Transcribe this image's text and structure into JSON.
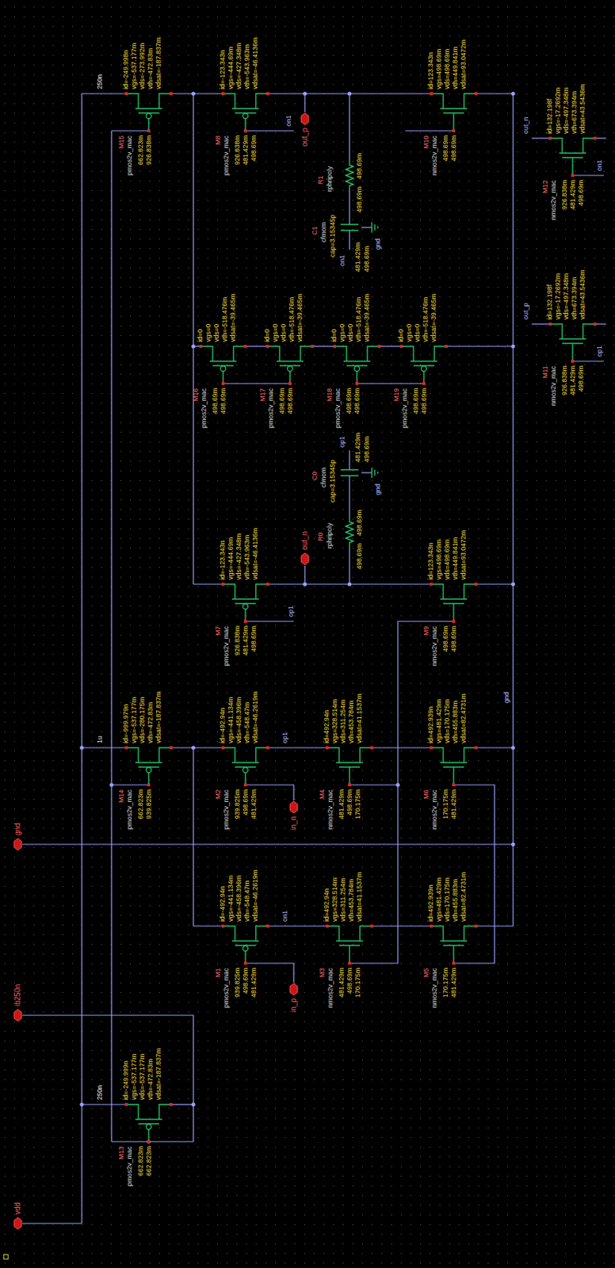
{
  "diagram": {
    "nodes": [
      {
        "text": [
          "vdd"
        ]
      },
      {
        "text": [
          "ib250n"
        ]
      },
      {
        "text": [
          "gnd"
        ]
      },
      {
        "text": [
          "in_p"
        ]
      },
      {
        "text": [
          "in_n"
        ]
      },
      {
        "text": [
          "out_n"
        ]
      },
      {
        "text": [
          "out_p"
        ]
      }
    ],
    "labels": [
      "M13",
      "pmos2v_mac",
      "id=-249.999n",
      "vgs=-537.177m",
      "vds=-537.177m",
      "vth=-472.83m",
      "vdsat=-187.837m",
      "662.823m",
      "662.823m",
      "M14",
      "pmos2v_mac",
      "id=-999.979n",
      "vgs=-537.177m",
      "vds=-280.175m",
      "vth=-472.83m",
      "vdsat=-187.837m",
      "662.823m",
      "939.825m",
      "M15",
      "pmos2v_mac",
      "id=-249.998n",
      "vgs=-537.177m",
      "vds=-273.992m",
      "vth=-472.83m",
      "vdsat=-187.837m",
      "662.823m",
      "926.838m",
      "M1",
      "pmos2v_mac",
      "id=-492.94n",
      "vgs=-441.134m",
      "vds=-458.396m",
      "vth=-548.47m",
      "vdsat=-46.2619m",
      "939.825m",
      "498.69m",
      "481.429m",
      "M2",
      "pmos2v_mac",
      "id=-492.94n",
      "vgs=-441.134m",
      "vds=-458.396m",
      "vth=-548.47m",
      "vdsat=-46.2619m",
      "939.825m",
      "498.69m",
      "481.429m",
      "M3",
      "nmos2v_mac",
      "id=492.94n",
      "vgs=328.514m",
      "vds=311.254m",
      "vth=453.784m",
      "vdsat=41.1537m",
      "481.429m",
      "498.69m",
      "170.175m",
      "M4",
      "nmos2v_mac",
      "id=492.94n",
      "vgs=328.514m",
      "vds=311.254m",
      "vth=453.784m",
      "vdsat=41.1537m",
      "481.429m",
      "498.69m",
      "170.175m",
      "M5",
      "nmos2v_mac",
      "id=492.939n",
      "vgs=481.429m",
      "vds=170.175m",
      "vth=455.883m",
      "vdsat=82.4731m",
      "170.175m",
      "481.429m",
      "M6",
      "nmos2v_mac",
      "id=492.939n",
      "vgs=481.429m",
      "vds=170.175m",
      "vth=455.883m",
      "vdsat=82.4731m",
      "170.175m",
      "481.429m",
      "M7",
      "pmos2v_mac",
      "id=-123.343n",
      "vgs=-444.69m",
      "vds=-427.348m",
      "vth=-543.963m",
      "vdsat=-46.4136m",
      "926.838m",
      "481.429m",
      "498.69m",
      "M8",
      "pmos2v_mac",
      "id=-123.343n",
      "vgs=-444.69m",
      "vds=-427.348m",
      "vth=-543.963m",
      "vdsat=-46.4136m",
      "926.838m",
      "481.429m",
      "498.69m",
      "M9",
      "nmos2v_mac",
      "id=123.343n",
      "vgs=498.69m",
      "vds=498.69m",
      "vth=449.841m",
      "vdsat=93.0472m",
      "498.69m",
      "498.69m",
      "M10",
      "nmos2v_mac",
      "id=123.343n",
      "vgs=498.69m",
      "vds=498.69m",
      "vth=449.841m",
      "vdsat=93.0472m",
      "498.69m",
      "498.69m",
      "M16",
      "pmos2v_mac",
      "id=0",
      "vgs=0",
      "vds=0",
      "vth=-518.476m",
      "vdsat=-39.465m",
      "498.69m",
      "498.69m",
      "M17",
      "pmos2v_mac",
      "id=0",
      "vgs=0",
      "vds=0",
      "vth=-518.476m",
      "vdsat=-39.465m",
      "498.69m",
      "498.69m",
      "M18",
      "pmos2v_mac",
      "id=0",
      "vgs=0",
      "vds=0",
      "vth=-518.476m",
      "vdsat=-39.465m",
      "498.69m",
      "498.69m",
      "M19",
      "pmos2v_mac",
      "id=0",
      "vgs=0",
      "vds=0",
      "vth=-518.476m",
      "vdsat=-39.465m",
      "498.69m",
      "498.69m",
      "M11",
      "nmos2v_mac",
      "id=132.198f",
      "vgs=-17.2692m",
      "vds=-497.348m",
      "vth=673.394m",
      "vdsat=43.5436m",
      "926.838m",
      "481.429m",
      "498.69m",
      "M12",
      "nmos2v_mac",
      "id=132.198f",
      "vgs=-17.2692m",
      "vds=-497.348m",
      "vth=673.394m",
      "vdsat=43.5436m",
      "926.838m",
      "481.429m",
      "498.69m",
      "R0",
      "rphripoly",
      "498.69m",
      "498.69m",
      "C0",
      "cfmom",
      "cap=3.15345p",
      "481.429m",
      "498.69m",
      "C1",
      "cfmom",
      "cap=3.15345p",
      "481.429m",
      "498.69m",
      "R1",
      "rphripoly",
      "498.69m",
      "498.69m",
      "250n",
      "1u",
      "250n",
      "on1",
      "op1",
      "op1",
      "on1",
      "op1",
      "on1",
      "op1",
      "on1",
      "out_p",
      "out_n",
      "gnd",
      "gnd",
      "gnd"
    ]
  }
}
